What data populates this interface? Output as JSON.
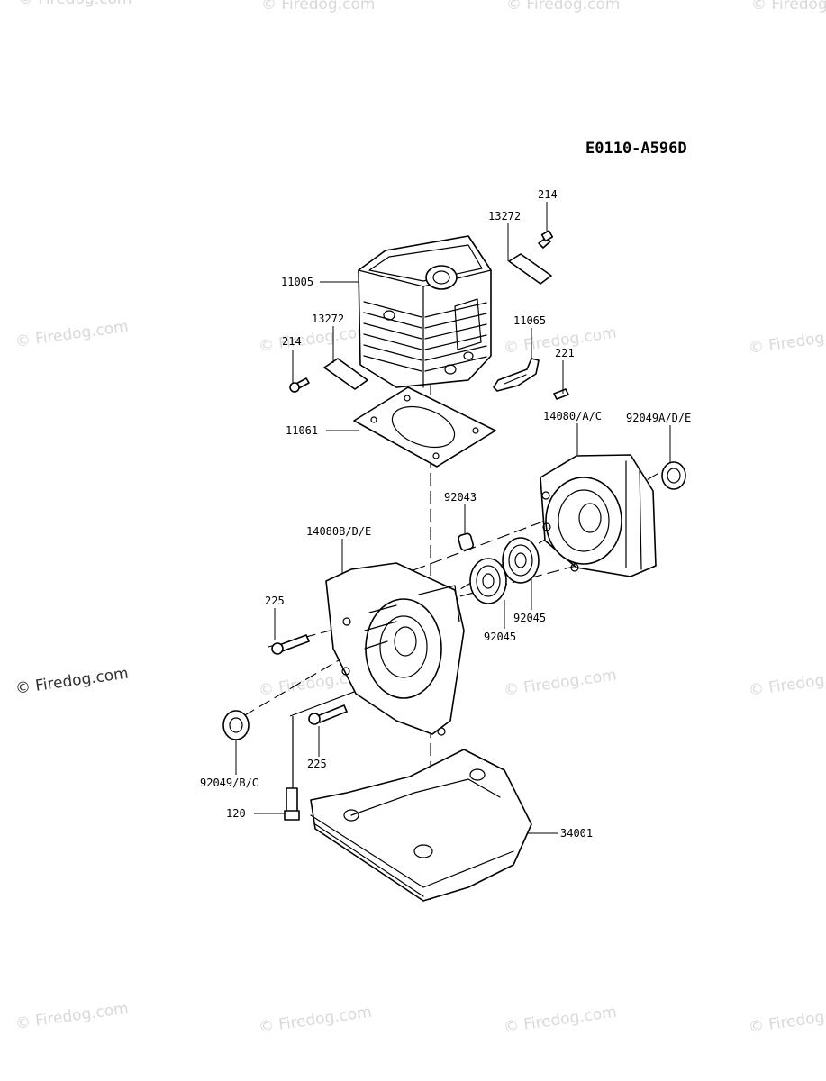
{
  "diagram_code": "E0110-A596D",
  "watermark": {
    "small": "© Firedog.com",
    "large": "© Firedog.com"
  },
  "callouts": {
    "p214_top": "214",
    "p13272_top": "13272",
    "p11005": "11005",
    "p13272_left": "13272",
    "p214_left": "214",
    "p11065": "11065",
    "p221": "221",
    "p11061": "11061",
    "p14080": "14080/A/C",
    "p92049a": "92049A/D/E",
    "p92043": "92043",
    "p14080b": "14080B/D/E",
    "p225_top": "225",
    "p92045_right": "92045",
    "p92045_left": "92045",
    "p225_bottom": "225",
    "p92049b": "92049/B/C",
    "p120": "120",
    "p34001": "34001"
  }
}
